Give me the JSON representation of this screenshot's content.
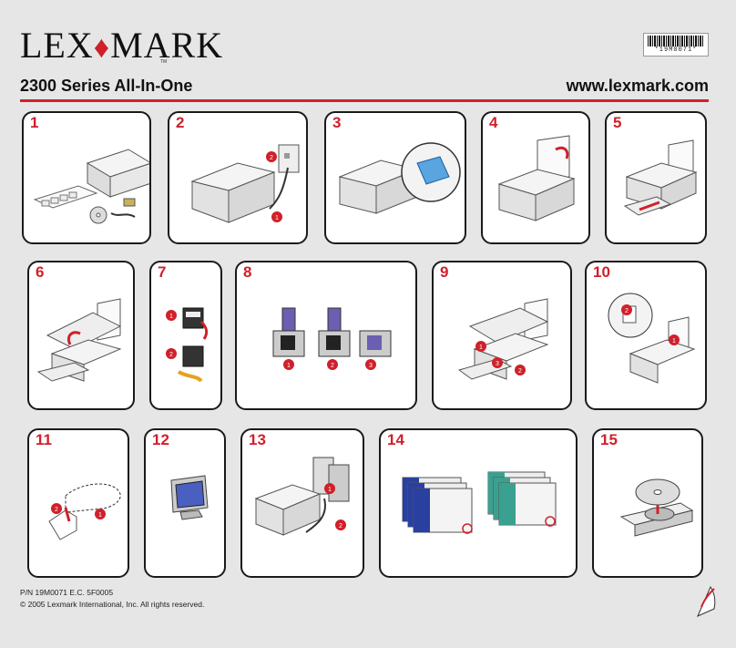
{
  "header": {
    "logo_text_1": "LEX",
    "logo_text_2": "MARK",
    "trademark": "TM",
    "barcode_text": "*19M0071*",
    "product_title": "2300 Series All-In-One",
    "website": "www.lexmark.com"
  },
  "colors": {
    "accent": "#d0202a",
    "background": "#e6e6e6",
    "panel": "#ffffff"
  },
  "steps": [
    {
      "number": "1",
      "illustration": "unboxed-printer-with-contents"
    },
    {
      "number": "2",
      "illustration": "connect-power-cord"
    },
    {
      "number": "3",
      "illustration": "remove-shipping-tape"
    },
    {
      "number": "4",
      "illustration": "extend-paper-support"
    },
    {
      "number": "5",
      "illustration": "extend-paper-exit-tray"
    },
    {
      "number": "6",
      "illustration": "lift-scanner-unit"
    },
    {
      "number": "7",
      "illustration": "remove-cartridge-tape"
    },
    {
      "number": "8",
      "illustration": "insert-print-cartridges"
    },
    {
      "number": "9",
      "illustration": "close-scanner-unit"
    },
    {
      "number": "10",
      "illustration": "load-paper"
    },
    {
      "number": "11",
      "illustration": "press-power-button"
    },
    {
      "number": "12",
      "illustration": "computer-monitor"
    },
    {
      "number": "13",
      "illustration": "connect-usb-cable"
    },
    {
      "number": "14",
      "illustration": "software-install-screens"
    },
    {
      "number": "15",
      "illustration": "insert-cd"
    }
  ],
  "callouts": {
    "one": "1",
    "two": "2",
    "three": "3"
  },
  "footer": {
    "part_number": "P/N 19M0071 E.C. 5F0005",
    "copyright": "© 2005 Lexmark International, Inc. All rights reserved."
  }
}
